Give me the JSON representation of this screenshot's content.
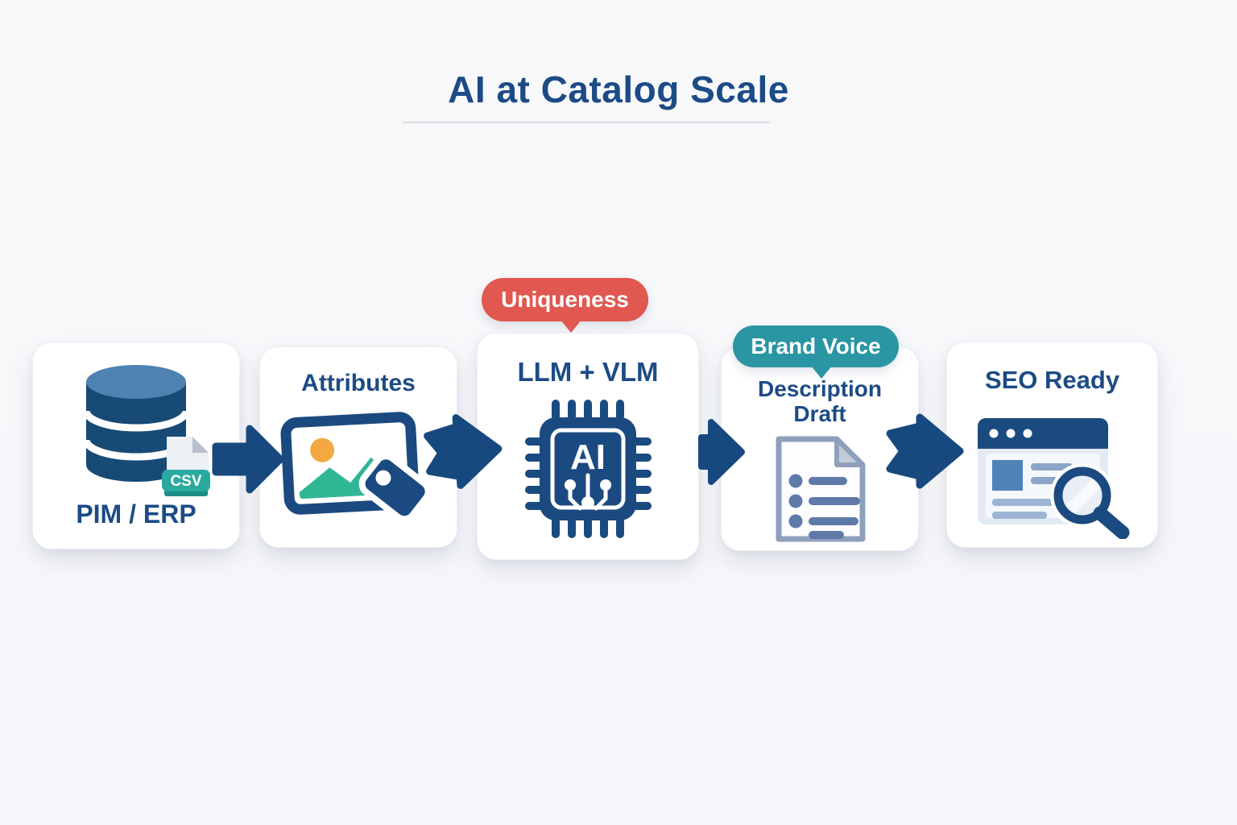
{
  "title": {
    "text": "AI at Catalog Scale"
  },
  "colors": {
    "background": "#f7f8fa",
    "card": "#ffffff",
    "navy_text": "#1c4b86",
    "navy_icon": "#1b4a80",
    "arrow_navy": "#17497f",
    "badge_uniqueness_red": "#e0584f",
    "badge_brand_voice_teal": "#2a95a3",
    "csv_teal": "#2aaa9f",
    "mountain_teal": "#2fb795",
    "sun_orange": "#f3a842",
    "database_top_blue": "#4d82b2",
    "database_body_navy": "#174a75",
    "document_slate": "#5f7aa8",
    "browser_body": "#e3eaf4",
    "browser_square_blue": "#4f83b8"
  },
  "pipeline": {
    "steps": [
      {
        "label": "PIM / ERP",
        "icon": "database-icon",
        "file_badge_label": "CSV"
      },
      {
        "label": "Attributes",
        "icon": "image-tag-icon"
      },
      {
        "label": "LLM + VLM",
        "icon": "ai-chip-icon",
        "chip_label": "AI",
        "badge": "Uniqueness"
      },
      {
        "label": "Description Draft",
        "icon": "document-icon",
        "badge": "Brand Voice"
      },
      {
        "label": "SEO Ready",
        "icon": "browser-search-icon"
      }
    ]
  }
}
